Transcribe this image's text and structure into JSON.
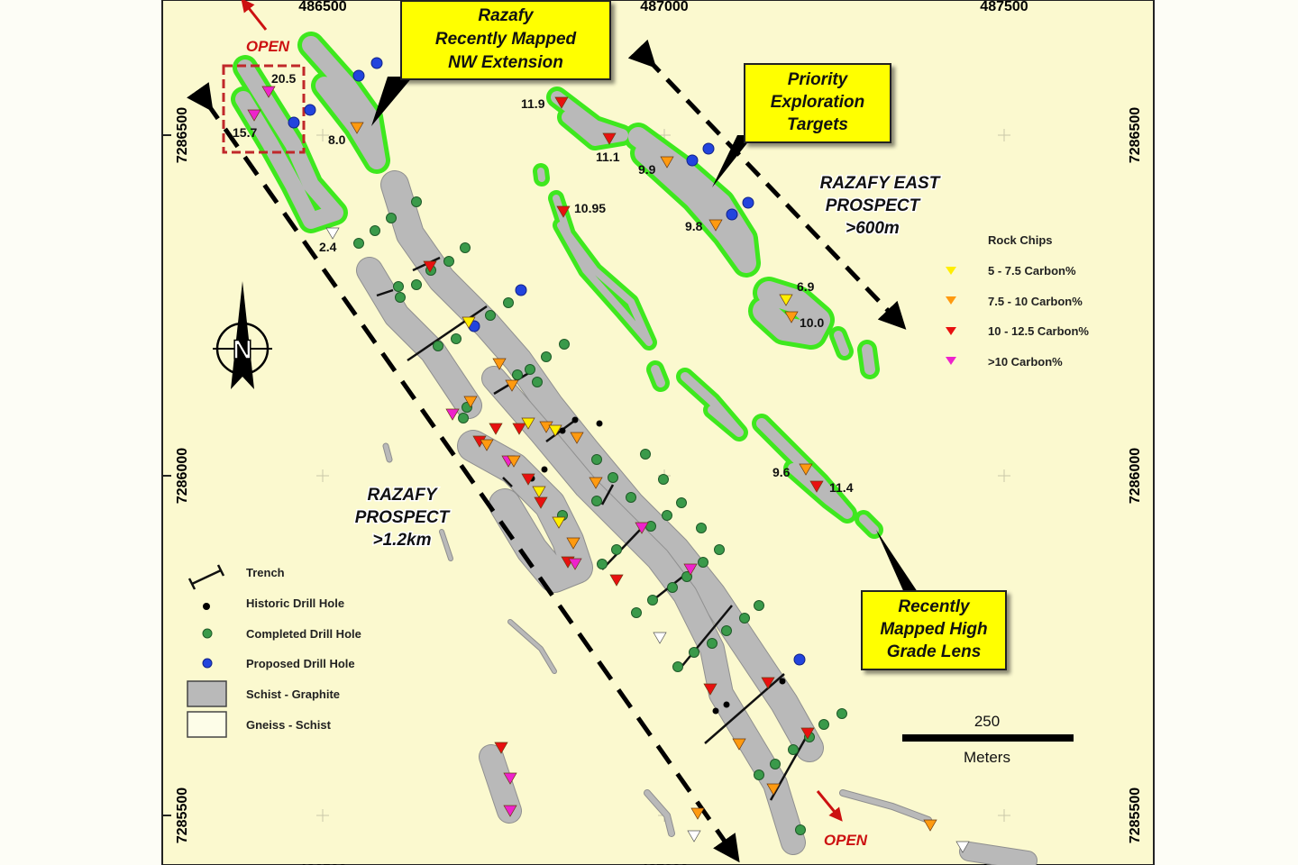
{
  "colors": {
    "map_background": "#fbf9cf",
    "graphite": "#b9b9b9",
    "outline_green": "#3ee81e",
    "callout_yellow": "#ffff00",
    "open_red": "#cc1111",
    "chip_5_7_5": "#ffee00",
    "chip_7_5_10": "#ff9a10",
    "chip_10_12_5": "#e81010",
    "chip_gt10": "#ee22cc",
    "completed_hole": "#3a9a4a",
    "proposed_hole": "#2244dd",
    "historic_hole": "#000000"
  },
  "grid": {
    "eastings": [
      "486500",
      "487000",
      "487500"
    ],
    "northings": [
      "7286500",
      "7286000",
      "7285500"
    ]
  },
  "callouts": {
    "nw_extension": [
      "Razafy",
      "Recently Mapped",
      "NW Extension"
    ],
    "priority": [
      "Priority",
      "Exploration",
      "Targets"
    ],
    "high_grade": [
      "Recently",
      "Mapped  High",
      "Grade Lens"
    ]
  },
  "prospects": {
    "razafy_east": [
      "RAZAFY EAST",
      "PROSPECT",
      ">600m"
    ],
    "razafy": [
      "RAZAFY",
      "PROSPECT",
      ">1.2km"
    ]
  },
  "open_labels": {
    "nw": "OPEN",
    "se": "OPEN"
  },
  "grades": [
    "20.5",
    "15.7",
    "8.0",
    "2.4",
    "11.9",
    "11.1",
    "9.9",
    "9.8",
    "10.95",
    "6.9",
    "10.0",
    "9.6",
    "11.4"
  ],
  "rock_chips_legend": {
    "title": "Rock Chips",
    "items": [
      "5 - 7.5 Carbon%",
      "7.5 - 10 Carbon%",
      "10 - 12.5 Carbon%",
      ">10 Carbon%"
    ]
  },
  "legend": {
    "items": [
      "Trench",
      "Historic Drill Hole",
      "Completed Drill Hole",
      "Proposed Drill Hole",
      "Schist - Graphite",
      "Gneiss - Schist"
    ]
  },
  "scale_bar": {
    "value": "250",
    "unit": "Meters"
  },
  "north_arrow": "N"
}
